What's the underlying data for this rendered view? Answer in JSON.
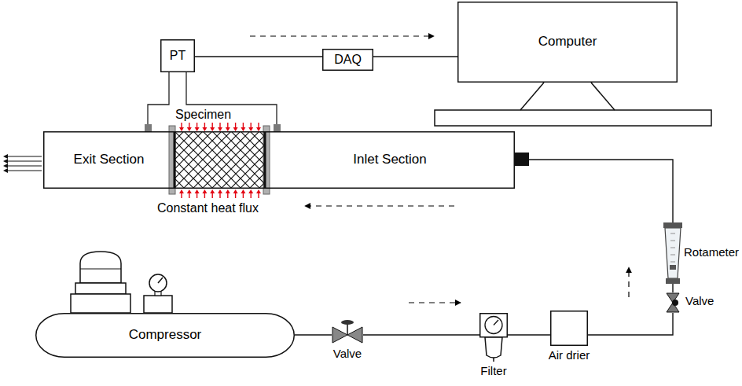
{
  "diagram": {
    "nodes": [
      {
        "text": [
          "Computer"
        ]
      },
      {
        "text": [
          "PT"
        ]
      },
      {
        "text": [
          "DAQ"
        ]
      },
      {
        "text": [
          "Exit Section"
        ]
      },
      {
        "text": [
          "Specimen"
        ]
      },
      {
        "text": [
          "Inlet Section"
        ]
      },
      {
        "text": [
          "Rotameter"
        ]
      },
      {
        "text": [
          "Valve"
        ]
      },
      {
        "text": [
          "Compressor"
        ]
      },
      {
        "text": [
          "Valve"
        ]
      },
      {
        "text": [
          "Filter"
        ]
      },
      {
        "text": [
          "Air drier"
        ]
      }
    ],
    "edges": [
      {
        "from": 1,
        "to": 2,
        "arrow": "none"
      },
      {
        "from": 2,
        "to": 0,
        "arrow": "none"
      },
      {
        "from": 8,
        "to": 9,
        "arrow": "none"
      },
      {
        "from": 9,
        "to": 10,
        "arrow": "none"
      },
      {
        "from": 10,
        "to": 11,
        "arrow": "none"
      },
      {
        "from": 11,
        "to": 7,
        "arrow": "none"
      },
      {
        "from": 7,
        "to": 6,
        "arrow": "none"
      },
      {
        "from": 6,
        "to": 5,
        "arrow": "none"
      }
    ],
    "labels": [
      "Constant heat flux"
    ]
  }
}
